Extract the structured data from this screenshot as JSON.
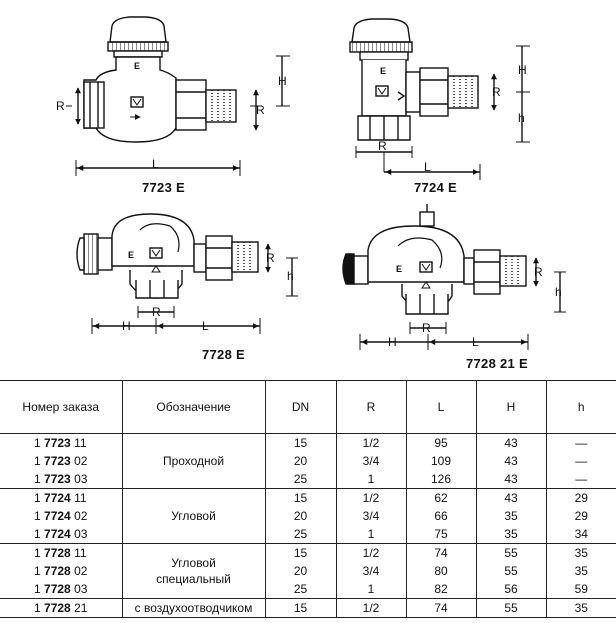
{
  "captions": {
    "v7723": "7723 E",
    "v7724": "7724 E",
    "v7728": "7728 E",
    "v772821": "7728 21 E"
  },
  "dims": {
    "R": "R",
    "H": "H",
    "L": "L",
    "h": "h",
    "E": "E"
  },
  "table": {
    "headers": {
      "order": "Номер заказа",
      "desig": "Обозначение",
      "dn": "DN",
      "r": "R",
      "l": "L",
      "hh": "H",
      "hl": "h"
    },
    "groups": {
      "straight": "Проходной",
      "angle": "Угловой",
      "special": "Угловой специальный",
      "vent": "с воздухоотводчиком"
    },
    "rows": [
      {
        "pre": "1",
        "model": "7723",
        "suf": "11",
        "dn": "15",
        "r": "1/2",
        "l": "95",
        "hh": "43",
        "hl": "—"
      },
      {
        "pre": "1",
        "model": "7723",
        "suf": "02",
        "dn": "20",
        "r": "3/4",
        "l": "109",
        "hh": "43",
        "hl": "—"
      },
      {
        "pre": "1",
        "model": "7723",
        "suf": "03",
        "dn": "25",
        "r": "1",
        "l": "126",
        "hh": "43",
        "hl": "—"
      },
      {
        "pre": "1",
        "model": "7724",
        "suf": "11",
        "dn": "15",
        "r": "1/2",
        "l": "62",
        "hh": "43",
        "hl": "29"
      },
      {
        "pre": "1",
        "model": "7724",
        "suf": "02",
        "dn": "20",
        "r": "3/4",
        "l": "66",
        "hh": "35",
        "hl": "29"
      },
      {
        "pre": "1",
        "model": "7724",
        "suf": "03",
        "dn": "25",
        "r": "1",
        "l": "75",
        "hh": "35",
        "hl": "34"
      },
      {
        "pre": "1",
        "model": "7728",
        "suf": "11",
        "dn": "15",
        "r": "1/2",
        "l": "74",
        "hh": "55",
        "hl": "35"
      },
      {
        "pre": "1",
        "model": "7728",
        "suf": "02",
        "dn": "20",
        "r": "3/4",
        "l": "80",
        "hh": "55",
        "hl": "35"
      },
      {
        "pre": "1",
        "model": "7728",
        "suf": "03",
        "dn": "25",
        "r": "1",
        "l": "82",
        "hh": "56",
        "hl": "59"
      },
      {
        "pre": "1",
        "model": "7728",
        "suf": "21",
        "dn": "15",
        "r": "1/2",
        "l": "74",
        "hh": "55",
        "hl": "35"
      }
    ]
  }
}
